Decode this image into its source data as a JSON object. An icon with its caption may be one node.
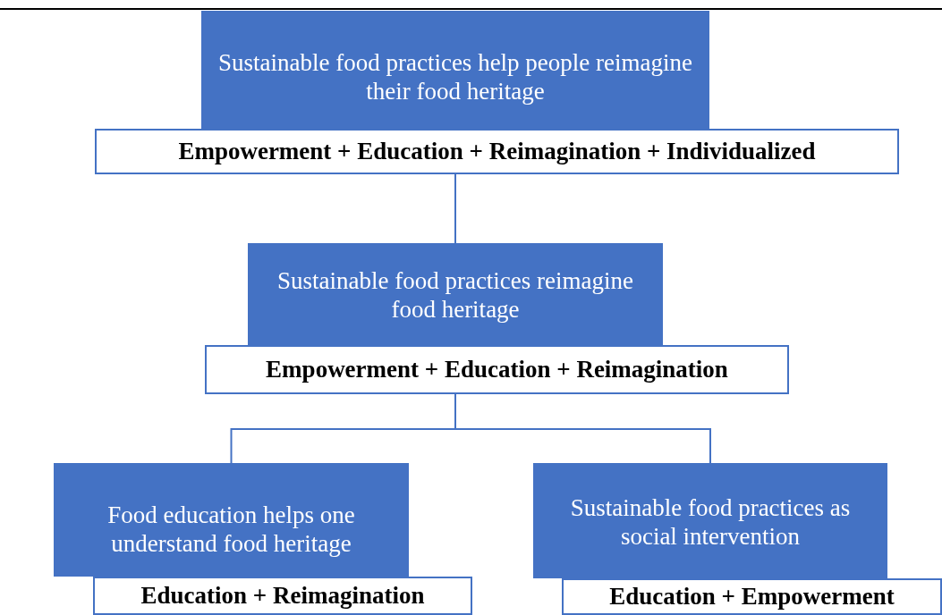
{
  "diagram": {
    "nodes": [
      {
        "text": [
          "Sustainable food practices help people reimagine their food heritage"
        ]
      },
      {
        "text": [
          "Empowerment + Education + Reimagination + Individualized"
        ]
      },
      {
        "text": [
          "Sustainable food practices reimagine food heritage"
        ]
      },
      {
        "text": [
          "Empowerment + Education + Reimagination"
        ]
      },
      {
        "text": [
          "Food education helps one understand food heritage"
        ]
      },
      {
        "text": [
          "Education + Reimagination"
        ]
      },
      {
        "text": [
          "Sustainable food practices as social intervention"
        ]
      },
      {
        "text": [
          "Education + Empowerment"
        ]
      }
    ],
    "edges": [
      {
        "from": 1,
        "to": 2,
        "arrow": "none"
      },
      {
        "from": 3,
        "to": 4,
        "arrow": "none"
      },
      {
        "from": 3,
        "to": 6,
        "arrow": "none"
      }
    ]
  }
}
